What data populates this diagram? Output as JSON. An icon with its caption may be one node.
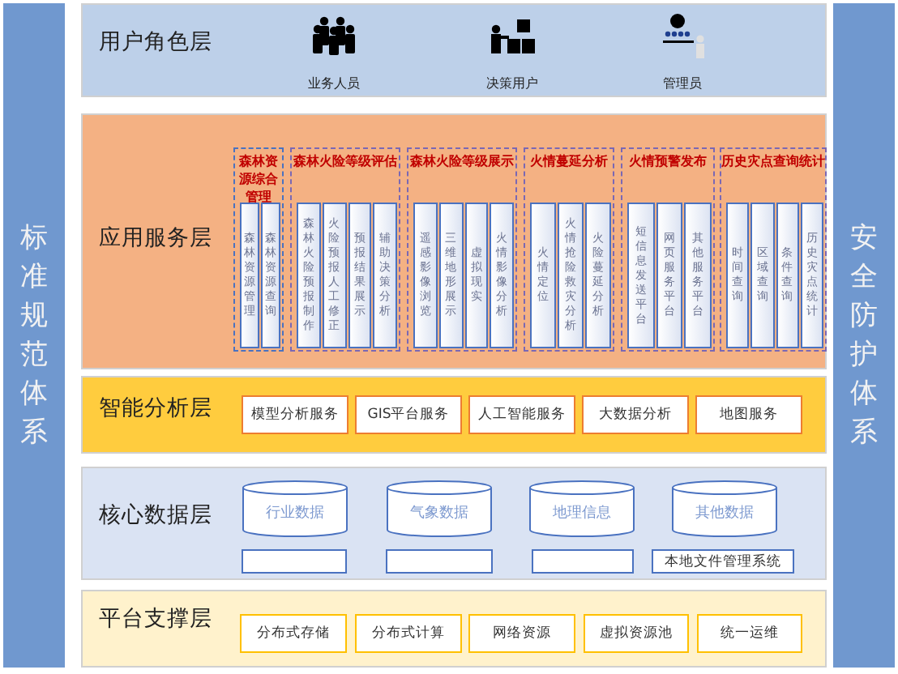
{
  "diagram": {
    "nodes": [
      {
        "text": [
          "标准规范体系"
        ]
      },
      {
        "text": [
          "用户角色层"
        ]
      },
      {
        "text": [
          "业务人员"
        ],
        "in": 1
      },
      {
        "text": [
          "决策用户"
        ],
        "in": 1
      },
      {
        "text": [
          "管理员"
        ],
        "in": 1
      },
      {
        "text": [
          "应用服务层"
        ]
      },
      {
        "text": [
          "森林资源综合管理"
        ],
        "in": 5
      },
      {
        "text": [
          "森林资源管理"
        ],
        "in": 6
      },
      {
        "text": [
          "森林资源查询"
        ],
        "in": 6
      },
      {
        "text": [
          "森林火险等级评估"
        ],
        "in": 5
      },
      {
        "text": [
          "森林火险预报制作"
        ],
        "in": 9
      },
      {
        "text": [
          "火险预报人工修正"
        ],
        "in": 9
      },
      {
        "text": [
          "预报结果展示"
        ],
        "in": 9
      },
      {
        "text": [
          "辅助决策分析"
        ],
        "in": 9
      },
      {
        "text": [
          "森林火险等级展示"
        ],
        "in": 5
      },
      {
        "text": [
          "遥感影像浏览"
        ],
        "in": 14
      },
      {
        "text": [
          "三维地形展示"
        ],
        "in": 14
      },
      {
        "text": [
          "虚拟现实"
        ],
        "in": 14
      },
      {
        "text": [
          "火情影像分析"
        ],
        "in": 14
      },
      {
        "text": [
          "火情蔓延分析"
        ],
        "in": 5
      },
      {
        "text": [
          "火情定位"
        ],
        "in": 19
      },
      {
        "text": [
          "火情抢险救灾分析"
        ],
        "in": 19
      },
      {
        "text": [
          "火险蔓延分析"
        ],
        "in": 19
      },
      {
        "text": [
          "火情预警发布"
        ],
        "in": 5
      },
      {
        "text": [
          "短信息发送平台"
        ],
        "in": 23
      },
      {
        "text": [
          "网页服务平台"
        ],
        "in": 23
      },
      {
        "text": [
          "其他服务平台"
        ],
        "in": 23
      },
      {
        "text": [
          "历史灾点查询统计"
        ],
        "in": 5
      },
      {
        "text": [
          "时间查询"
        ],
        "in": 27
      },
      {
        "text": [
          "区域查询"
        ],
        "in": 27
      },
      {
        "text": [
          "条件查询"
        ],
        "in": 27
      },
      {
        "text": [
          "历史灾点统计"
        ],
        "in": 27
      },
      {
        "text": [
          "智能分析层"
        ]
      },
      {
        "text": [
          "模型分析服务"
        ],
        "in": 32
      },
      {
        "text": [
          "GIS平台服务"
        ],
        "in": 32
      },
      {
        "text": [
          "人工智能服务"
        ],
        "in": 32
      },
      {
        "text": [
          "大数据分析"
        ],
        "in": 32
      },
      {
        "text": [
          "地图服务"
        ],
        "in": 32
      },
      {
        "text": [
          "核心数据层"
        ]
      },
      {
        "text": [
          "行业数据"
        ],
        "in": 38
      },
      {
        "text": [
          "气象数据"
        ],
        "in": 38
      },
      {
        "text": [
          "地理信息"
        ],
        "in": 38
      },
      {
        "text": [
          "其他数据"
        ],
        "in": 38
      },
      {
        "text": [],
        "shape": "box",
        "in": 38
      },
      {
        "text": [],
        "shape": "box",
        "in": 38
      },
      {
        "text": [],
        "shape": "box",
        "in": 38
      },
      {
        "text": [
          "本地文件管理系统"
        ],
        "in": 38
      },
      {
        "text": [
          "平台支撑层"
        ]
      },
      {
        "text": [
          "分布式存储"
        ],
        "in": 47
      },
      {
        "text": [
          "分布式计算"
        ],
        "in": 47
      },
      {
        "text": [
          "网络资源"
        ],
        "in": 47
      },
      {
        "text": [
          "虚拟资源池"
        ],
        "in": 47
      },
      {
        "text": [
          "统一运维"
        ],
        "in": 47
      },
      {
        "text": [
          "安全防护体系"
        ]
      }
    ]
  }
}
